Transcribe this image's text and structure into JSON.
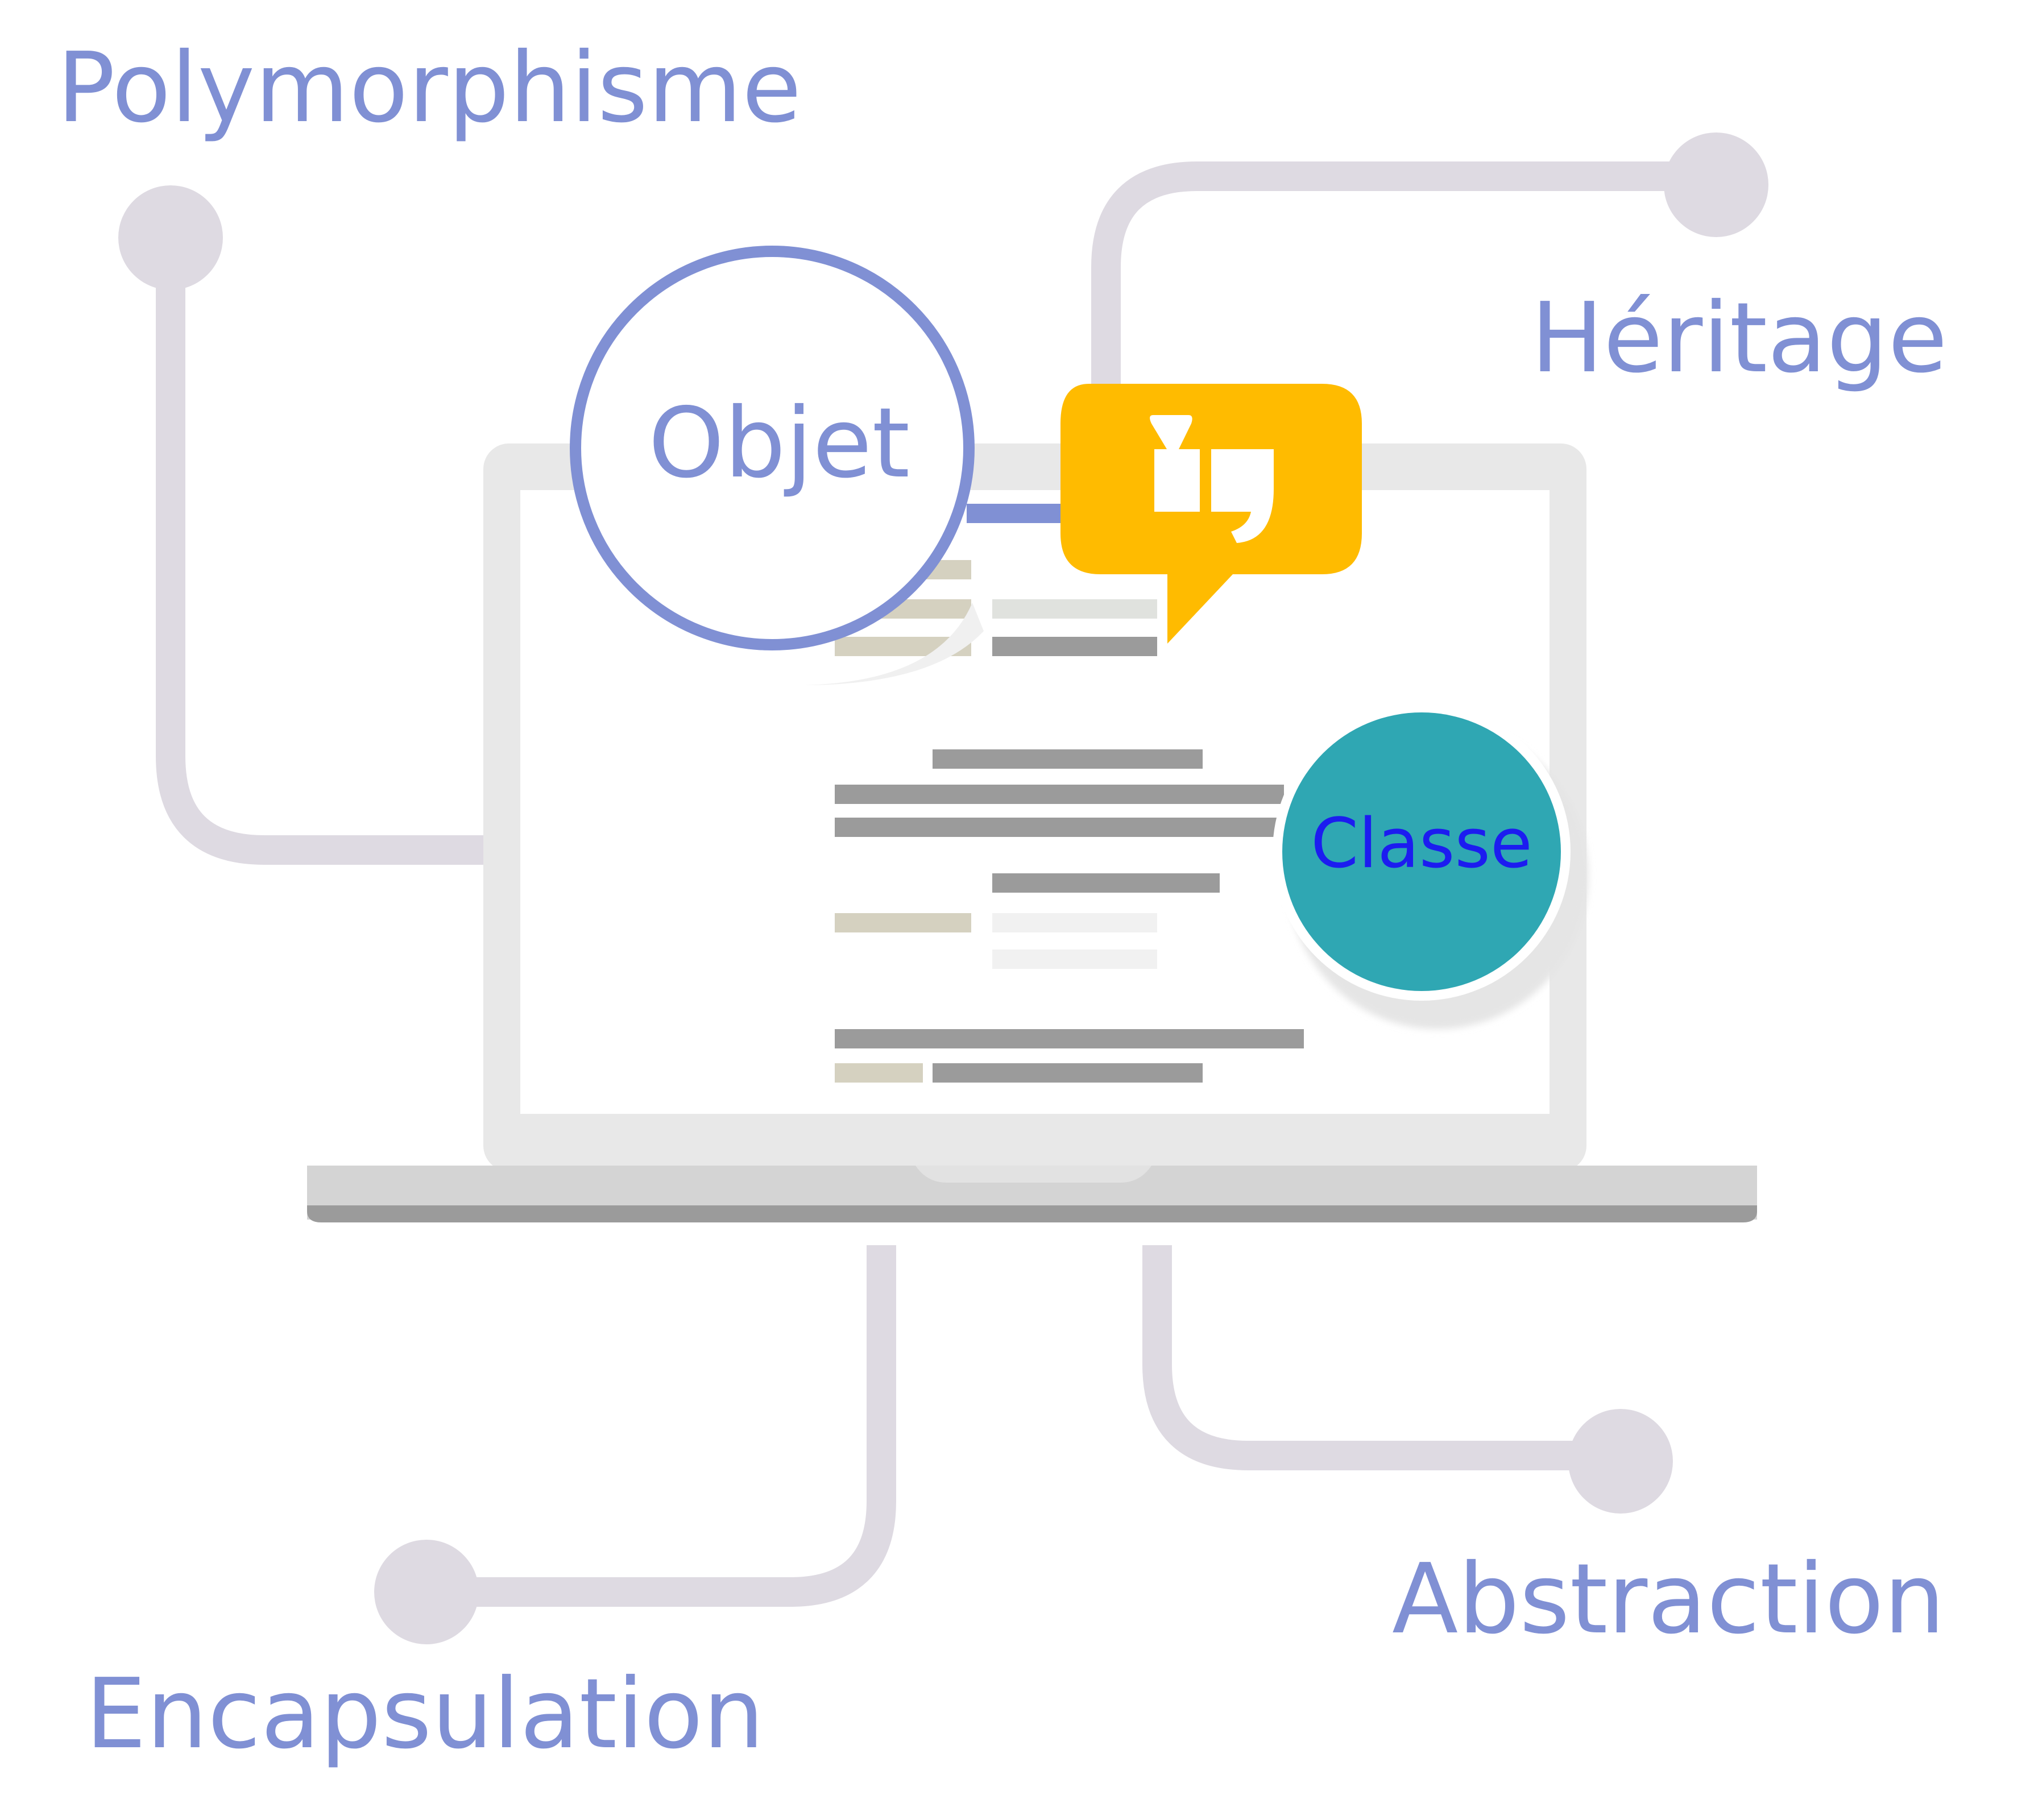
{
  "concepts": {
    "polymorphism": "Polymorphisme",
    "inheritance": "Héritage",
    "abstraction": "Abstraction",
    "encapsulation": "Encapsulation"
  },
  "callouts": {
    "object": "Objet",
    "class": "Classe"
  },
  "icons": {
    "quote": "quote-bubble-icon",
    "laptop": "laptop-icon"
  },
  "colors": {
    "label_text": "#8090d4",
    "connector": "#dedae2",
    "object_ring": "#8090d4",
    "quote_bubble": "#ffbb00",
    "class_fill": "#2fa7b3",
    "class_text": "#1c1cf0",
    "laptop_frame": "#e8e8e8",
    "laptop_base": "#d4d4d4"
  }
}
